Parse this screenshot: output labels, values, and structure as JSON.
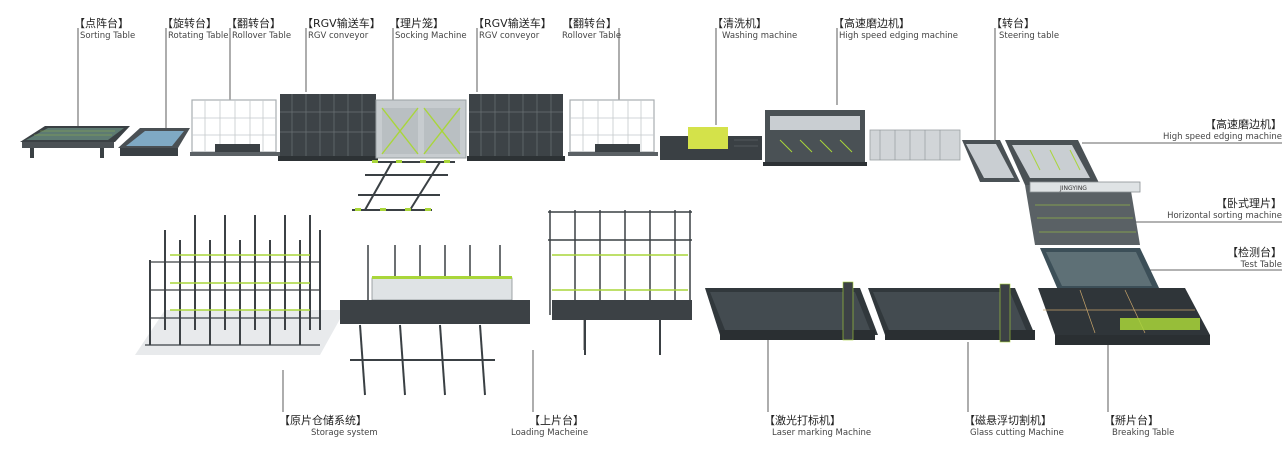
{
  "labels": {
    "sorting_table": {
      "zh": "【点阵台】",
      "en": "Sorting Table"
    },
    "rotating_table": {
      "zh": "【旋转台】",
      "en": "Rotating Table"
    },
    "rollover_table_1": {
      "zh": "【翻转台】",
      "en": "Rollover Table"
    },
    "rgv_conveyor_1": {
      "zh": "【RGV输送车】",
      "en": "RGV conveyor"
    },
    "socking_machine": {
      "zh": "【理片笼】",
      "en": "Socking Machine"
    },
    "rgv_conveyor_2": {
      "zh": "【RGV输送车】",
      "en": "RGV conveyor"
    },
    "rollover_table_2": {
      "zh": "【翻转台】",
      "en": "Rollover Table"
    },
    "washing_machine": {
      "zh": "【清洗机】",
      "en": "Washing machine"
    },
    "edging_machine_top": {
      "zh": "【高速磨边机】",
      "en": "High speed edging machine"
    },
    "steering_table": {
      "zh": "【转台】",
      "en": "Steering table"
    },
    "edging_machine_right": {
      "zh": "【高速磨边机】",
      "en": "High speed edging machine"
    },
    "horizontal_sorting": {
      "zh": "【卧式理片】",
      "en": "Horizontal sorting machine"
    },
    "test_table": {
      "zh": "【检测台】",
      "en": "Test Table"
    },
    "storage_system": {
      "zh": "【原片仓储系统】",
      "en": "Storage system"
    },
    "loading_machine": {
      "zh": "【上片台】",
      "en": "Loading Macheine"
    },
    "laser_marking": {
      "zh": "【激光打标机】",
      "en": "Laser marking Machine"
    },
    "glass_cutting": {
      "zh": "【磁悬浮切割机】",
      "en": "Glass cutting Machine"
    },
    "breaking_table": {
      "zh": "【掰片台】",
      "en": "Breaking Table"
    }
  },
  "brand": {
    "zh_logo": "JINGYING"
  },
  "colors": {
    "frame": "#3c4145",
    "frame_light": "#c9ced2",
    "accent": "#a9d63a",
    "panel_dark": "#2f3539",
    "glass": "#5e7076",
    "blue_glass": "#7fa9c4"
  }
}
